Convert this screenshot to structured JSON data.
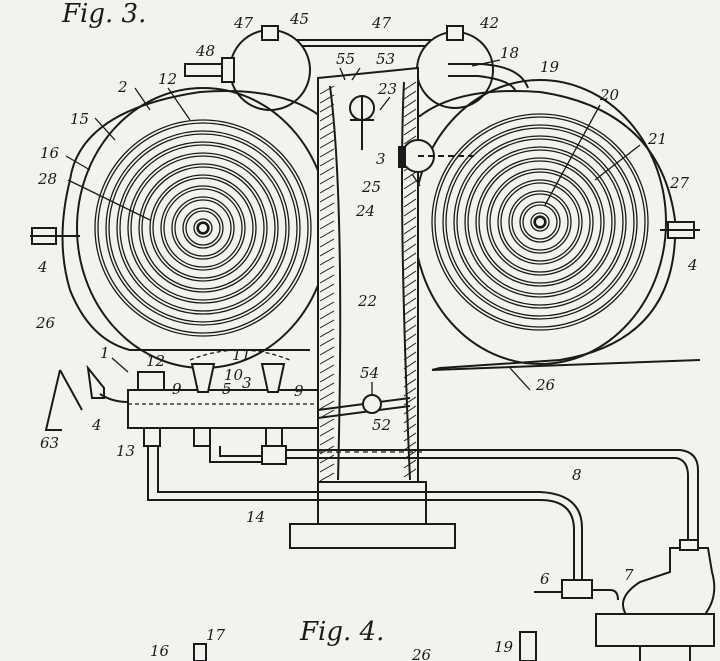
{
  "figures": {
    "top": "Fig. 3.",
    "bottom": "Fig. 4."
  },
  "labels": {
    "n47a": "47",
    "n45": "45",
    "n47b": "47",
    "n42": "42",
    "n48": "48",
    "n55": "55",
    "n53": "53",
    "n18": "18",
    "n19": "19",
    "n2": "2",
    "n12a": "12",
    "n23": "23",
    "n20": "20",
    "n15": "15",
    "n16": "16",
    "n21": "21",
    "n28": "28",
    "n3": "3",
    "n25": "25",
    "n27": "27",
    "n24": "24",
    "n4a": "4",
    "n4b": "4",
    "n22": "22",
    "n26a": "26",
    "n11": "11",
    "n10": "10",
    "n1": "1",
    "n12b": "12",
    "n9a": "9",
    "n5": "5",
    "n3b": "3",
    "n9b": "9",
    "n54": "54",
    "n26b": "26",
    "n63": "63",
    "n4c": "4",
    "n13": "13",
    "n52": "52",
    "n8": "8",
    "n14": "14",
    "n6": "6",
    "n7": "7",
    "n17": "17",
    "n16b": "16",
    "n19b": "19",
    "n26c": "26"
  }
}
